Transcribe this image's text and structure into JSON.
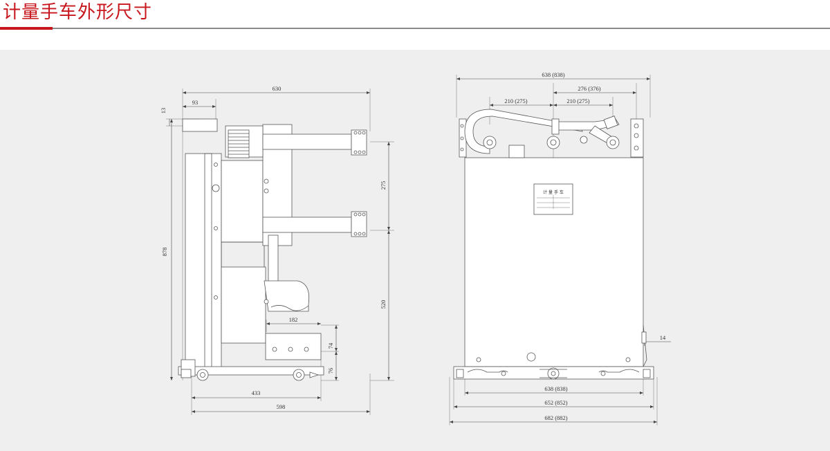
{
  "header": {
    "title": "计量手车外形尺寸"
  },
  "colors": {
    "accent": "#c8161d",
    "rule": "#8a8a8a",
    "panel_background": "#efefef",
    "line": "#444444"
  },
  "side_view": {
    "dimensions": {
      "overall_depth": "630",
      "top_offset": "93",
      "top_small": "13",
      "height": "878",
      "contact_pitch": "275",
      "contact_height": "520",
      "mechanism_width": "182",
      "base_a": "74",
      "base_b": "76",
      "wheel_span": "433",
      "overall_base": "598"
    }
  },
  "front_view": {
    "dimensions": {
      "top_width": "638 (838)",
      "right_pitch": "276 (376)",
      "pitch_left": "210 (275)",
      "pitch_right": "210 (275)",
      "side_offset": "14",
      "width_a": "638 (838)",
      "width_b": "652 (852)",
      "width_c": "682 (882)"
    },
    "nameplate": {
      "title": "计 量 手 车"
    }
  }
}
